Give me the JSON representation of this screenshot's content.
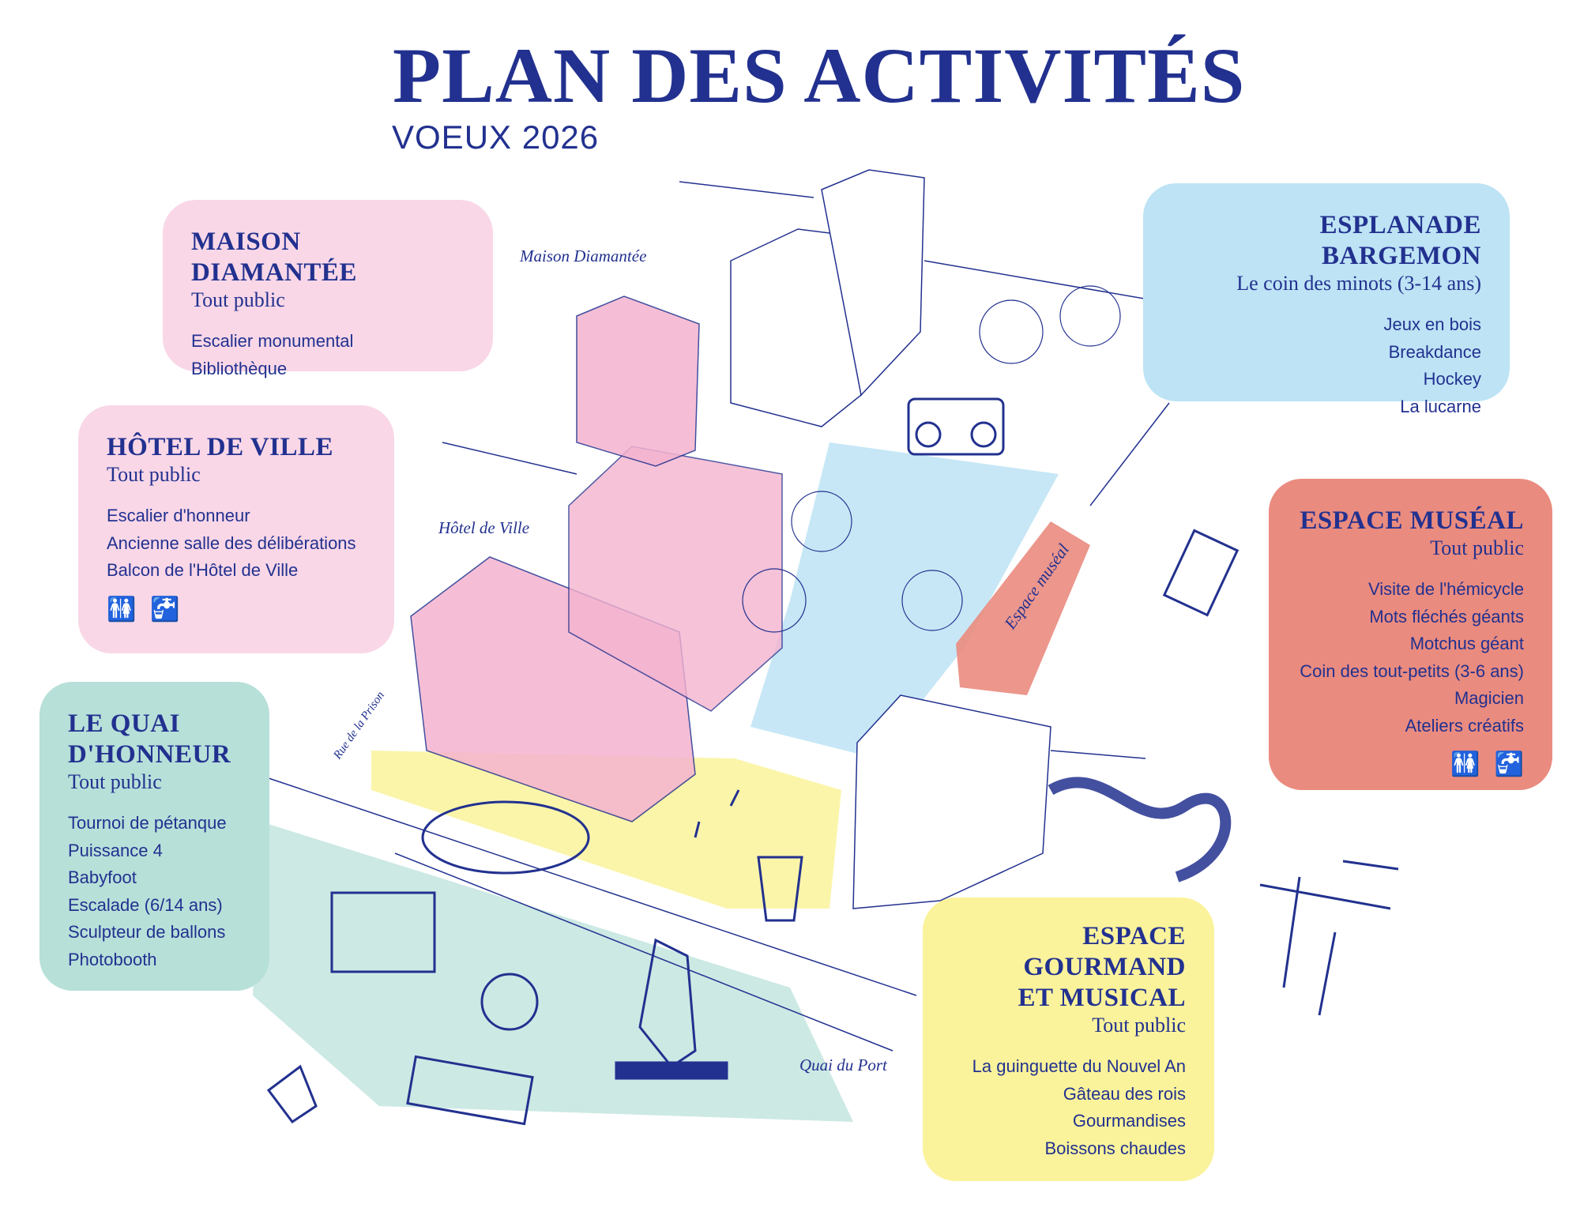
{
  "header": {
    "title": "PLAN DES ACTIVITÉS",
    "subtitle": "VOEUX 2026"
  },
  "colors": {
    "text": "#22318f",
    "maison": "#f9d7e7",
    "hotel": "#f9d7e7",
    "quai": "#b7e0d9",
    "esplanade": "#bde3f5",
    "museal": "#ea8b7f",
    "gourmand": "#faf39b"
  },
  "zones": [
    {
      "title": "MAISON DIAMANTÉE",
      "audience": "Tout public",
      "items": [
        "Escalier monumental",
        "Bibliothèque"
      ]
    },
    {
      "title": "HÔTEL DE VILLE",
      "audience": "Tout public",
      "items": [
        "Escalier d'honneur",
        "Ancienne salle des délibérations",
        "Balcon de l'Hôtel de Ville"
      ],
      "icons": [
        "restroom-icon",
        "water-tap-icon"
      ]
    },
    {
      "title": "LE QUAI D'HONNEUR",
      "audience": "Tout public",
      "items": [
        "Tournoi de pétanque",
        "Puissance 4",
        "Babyfoot",
        "Escalade (6/14 ans)",
        "Sculpteur de ballons",
        "Photobooth"
      ]
    },
    {
      "title": "ESPLANADE BARGEMON",
      "audience": "Le coin des minots (3-14 ans)",
      "items": [
        "Jeux en bois",
        "Breakdance",
        "Hockey",
        "La lucarne"
      ]
    },
    {
      "title": "ESPACE MUSÉAL",
      "audience": "Tout public",
      "items": [
        "Visite de l'hémicycle",
        "Mots fléchés géants",
        "Motchus géant",
        "Coin des tout-petits (3-6 ans)",
        "Magicien",
        "Ateliers créatifs"
      ],
      "icons": [
        "restroom-icon",
        "water-tap-icon"
      ]
    },
    {
      "title": "ESPACE GOURMAND ET MUSICAL",
      "audience": "Tout public",
      "items": [
        "La guinguette du Nouvel An",
        "Gâteau des rois",
        "Gourmandises",
        "Boissons chaudes"
      ]
    }
  ],
  "map_labels": {
    "maison": "Maison Diamantée",
    "hotel": "Hôtel de Ville",
    "prison": "Rue de la Prison",
    "museal": "Espace muséal",
    "port": "Quai du Port"
  }
}
